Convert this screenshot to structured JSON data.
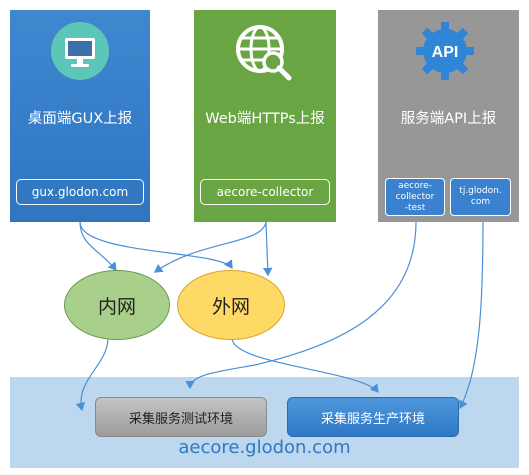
{
  "panels": {
    "desktop": {
      "title": "桌面端GUX上报",
      "pill": "gux.glodon.com",
      "icon": "monitor-icon"
    },
    "web": {
      "title": "Web端HTTPs上报",
      "pill": "aecore-collector",
      "icon": "globe-search-icon"
    },
    "server": {
      "title": "服务端API上报",
      "icon": "api-gear-icon",
      "api_text": "API",
      "pill_left": [
        "aecore-",
        "collector",
        "-test"
      ],
      "pill_right": [
        "tj.glodon.",
        "com"
      ]
    }
  },
  "networks": {
    "internal": "内网",
    "external": "外网"
  },
  "environments": {
    "test": "采集服务测试环境",
    "prod": "采集服务生产环境"
  },
  "footer": "aecore.glodon.com",
  "colors": {
    "blue_panel": "#3a82cc",
    "green_panel": "#6aa544",
    "gray_panel": "#979797",
    "internal_net": "#a8d08a",
    "external_net": "#ffd966",
    "footer_band": "#bdd7ee",
    "arrow": "#4a90d9"
  }
}
